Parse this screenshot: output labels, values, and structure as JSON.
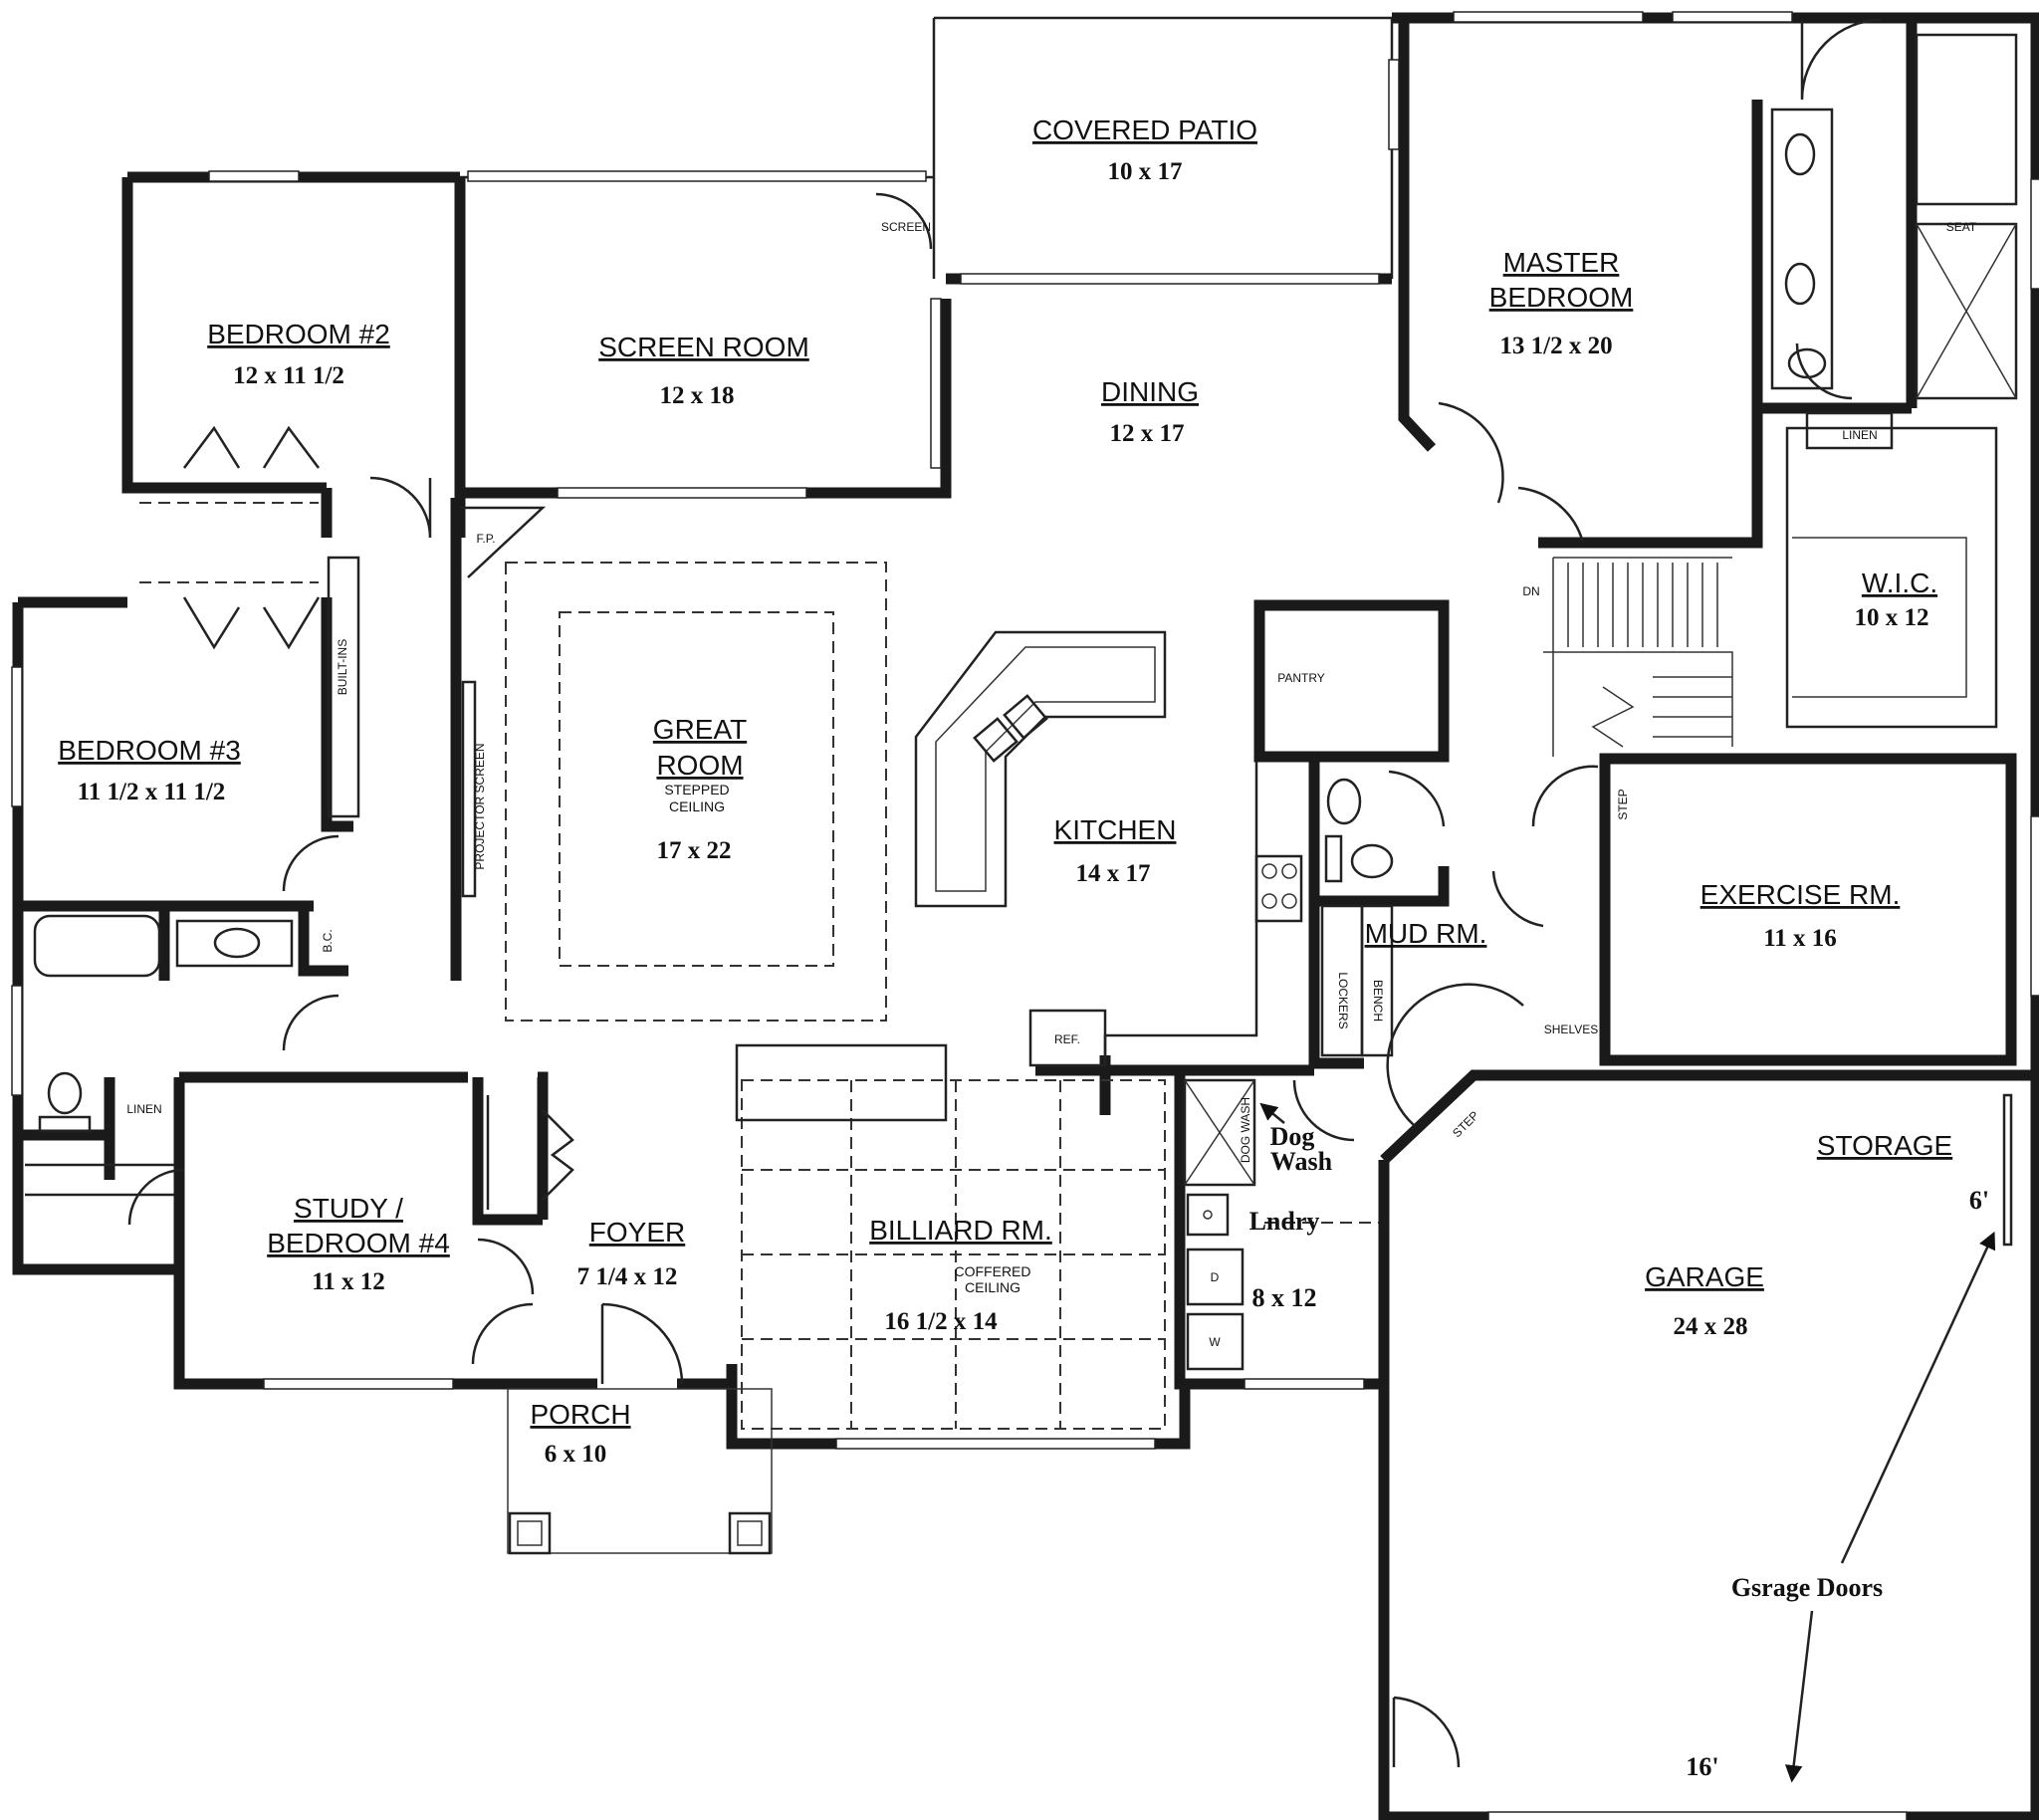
{
  "rooms": [
    {
      "id": "covered-patio",
      "name": "COVERED PATIO",
      "size": "10 x 17"
    },
    {
      "id": "screen-room",
      "name": "SCREEN ROOM",
      "size": "12 x 18"
    },
    {
      "id": "bedroom-2",
      "name": "BEDROOM #2",
      "size": "12 x 11 1/2"
    },
    {
      "id": "dining",
      "name": "DINING",
      "size": "12 x 17"
    },
    {
      "id": "master-bedroom",
      "name1": "MASTER",
      "name2": "BEDROOM",
      "size": "13 1/2 x 20"
    },
    {
      "id": "wic",
      "name": "W.I.C.",
      "size": "10 x 12"
    },
    {
      "id": "bedroom-3",
      "name": "BEDROOM #3",
      "size": "11 1/2 x 11 1/2"
    },
    {
      "id": "great-room",
      "name1": "GREAT",
      "name2": "ROOM",
      "note1": "STEPPED",
      "note2": "CEILING",
      "size": "17 x 22"
    },
    {
      "id": "kitchen",
      "name": "KITCHEN",
      "size": "14 x 17"
    },
    {
      "id": "exercise-rm",
      "name": "EXERCISE RM.",
      "size": "11 x 16"
    },
    {
      "id": "mud-rm",
      "name": "MUD RM."
    },
    {
      "id": "study",
      "name1": "STUDY /",
      "name2": "BEDROOM #4",
      "size": "11 x 12"
    },
    {
      "id": "foyer",
      "name": "FOYER",
      "size": "7 1/4 x 12"
    },
    {
      "id": "billiard-rm",
      "name": "BILLIARD RM.",
      "note1": "COFFERED",
      "note2": "CEILING",
      "size": "16 1/2 x 14"
    },
    {
      "id": "storage",
      "name": "STORAGE"
    },
    {
      "id": "garage",
      "name": "GARAGE",
      "size": "24 x 28"
    },
    {
      "id": "porch",
      "name": "PORCH",
      "size": "6 x 10"
    },
    {
      "id": "laundry",
      "name": "Lndry",
      "size": "8 x 12"
    }
  ],
  "fixtures": {
    "screen": "SCREEN",
    "seat": "SEAT",
    "linen_master": "LINEN",
    "linen_bath": "LINEN",
    "dn": "DN",
    "pantry": "PANTRY",
    "fp": "F.P.",
    "built_ins": "BUILT-INS",
    "projector_screen": "PROJECTOR SCREEN",
    "bc": "B.C.",
    "step_upper": "STEP",
    "step_lower": "STEP",
    "shelves": "SHELVES",
    "lockers": "LOCKERS",
    "bench": "BENCH",
    "ref": "REF.",
    "dog_wash_tag": "DOG WASH",
    "dryer": "D",
    "washer": "W"
  },
  "annotations": {
    "dog_wash_1": "Dog",
    "dog_wash_2": "Wash",
    "garage_doors": "Gsrage Doors",
    "door_small": "6'",
    "door_large": "16'"
  }
}
